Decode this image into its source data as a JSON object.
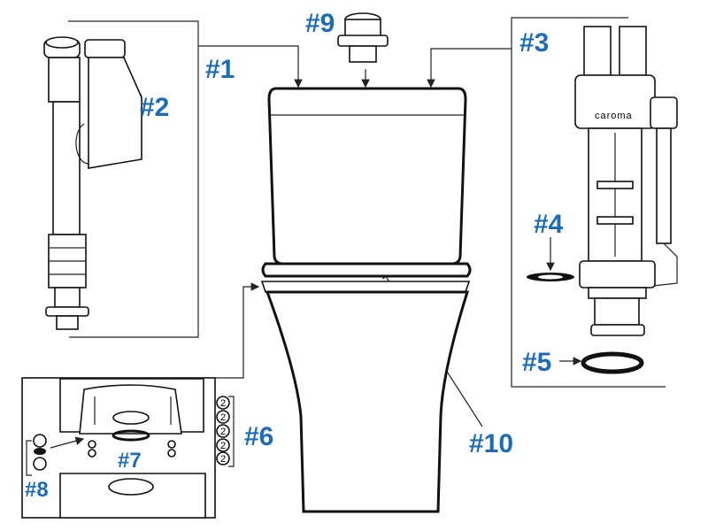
{
  "colors": {
    "label": "#1f6cb5",
    "line": "#222222"
  },
  "labels": {
    "p1": "#1",
    "p2": "#2",
    "p3": "#3",
    "p4": "#4",
    "p5": "#5",
    "p6": "#6",
    "p7": "#7",
    "p8": "#8",
    "p9": "#9",
    "p10": "#10"
  },
  "brand": "caroma",
  "inset": {
    "quantities": [
      "2",
      "2",
      "2",
      "2",
      "2"
    ]
  }
}
